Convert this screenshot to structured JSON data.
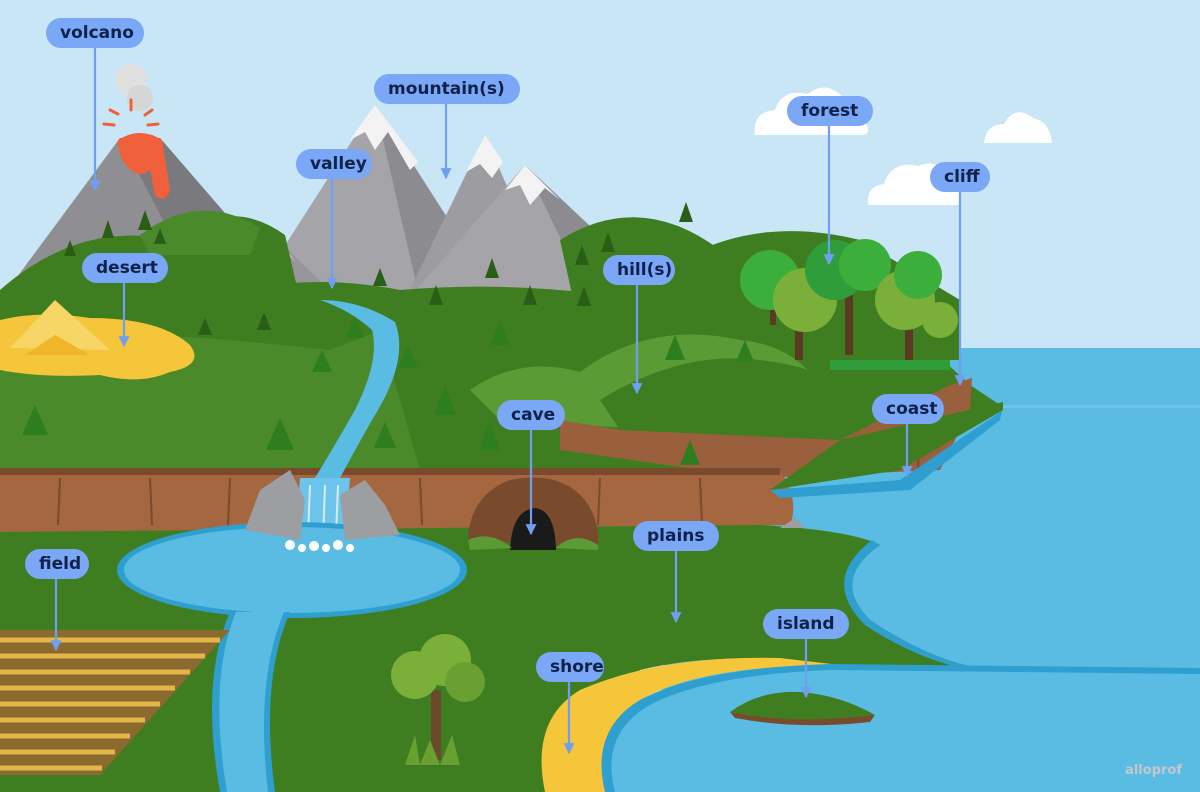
{
  "labels": {
    "volcano": "volcano",
    "mountains": "mountain(s)",
    "forest": "forest",
    "valley": "valley",
    "cliff": "cliff",
    "desert": "desert",
    "hills": "hill(s)",
    "coast": "coast",
    "cave": "cave",
    "plains": "plains",
    "field": "field",
    "island": "island",
    "shore": "shore"
  },
  "logo_text": "alloprof",
  "colors": {
    "sky": "#c9e6f6",
    "sea": "#5bbce3",
    "grass": "#3f7d21",
    "label_bg": "#7aa7f6",
    "label_text": "#10224a",
    "arrow": "#6f9ff0"
  }
}
